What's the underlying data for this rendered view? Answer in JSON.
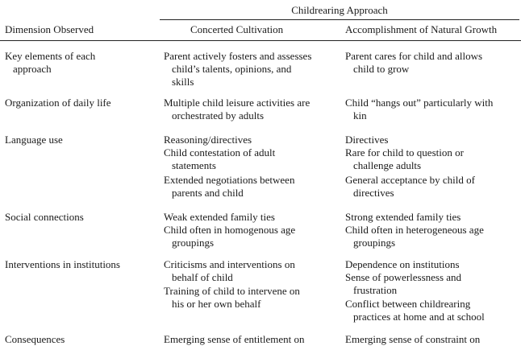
{
  "table": {
    "group_header": "Childrearing Approach",
    "columns": [
      "Dimension Observed",
      "Concerted Cultivation",
      "Accomplishment of Natural Growth"
    ],
    "rows": [
      {
        "dimension": [
          "Key elements of each",
          "approach"
        ],
        "concerted": [
          [
            "Parent actively fosters and assesses",
            "child’s talents, opinions, and",
            "skills"
          ]
        ],
        "natural": [
          [
            "Parent cares for child and allows",
            "child to grow"
          ]
        ]
      },
      {
        "dimension": [
          "Organization of daily life"
        ],
        "concerted": [
          [
            "Multiple child leisure activities are",
            "orchestrated by adults"
          ]
        ],
        "natural": [
          [
            "Child “hangs out” particularly with",
            "kin"
          ]
        ]
      },
      {
        "dimension": [
          "Language use"
        ],
        "concerted": [
          [
            "Reasoning/directives"
          ],
          [
            "Child contestation of adult",
            "statements"
          ],
          [
            "Extended negotiations between",
            "parents and child"
          ]
        ],
        "natural": [
          [
            "Directives"
          ],
          [
            "Rare for child to question or",
            "challenge adults"
          ],
          [
            "General acceptance by child of",
            "directives"
          ]
        ]
      },
      {
        "dimension": [
          "Social connections"
        ],
        "concerted": [
          [
            "Weak extended family ties"
          ],
          [
            "Child often in homogenous age",
            "groupings"
          ]
        ],
        "natural": [
          [
            "Strong extended family ties"
          ],
          [
            "Child often in heterogeneous age",
            "groupings"
          ]
        ]
      },
      {
        "dimension": [
          "Interventions in institutions"
        ],
        "concerted": [
          [
            "Criticisms and interventions on",
            "behalf of child"
          ],
          [
            "Training of child to intervene on",
            "his or her own behalf"
          ]
        ],
        "natural": [
          [
            "Dependence on institutions"
          ],
          [
            "Sense of powerlessness and",
            "frustration"
          ],
          [
            "Conflict between childrearing",
            "practices at home and at school"
          ]
        ]
      },
      {
        "dimension": [
          "Consequences"
        ],
        "concerted": [
          [
            "Emerging sense of entitlement on"
          ]
        ],
        "natural": [
          [
            "Emerging sense of constraint on"
          ]
        ]
      }
    ]
  }
}
